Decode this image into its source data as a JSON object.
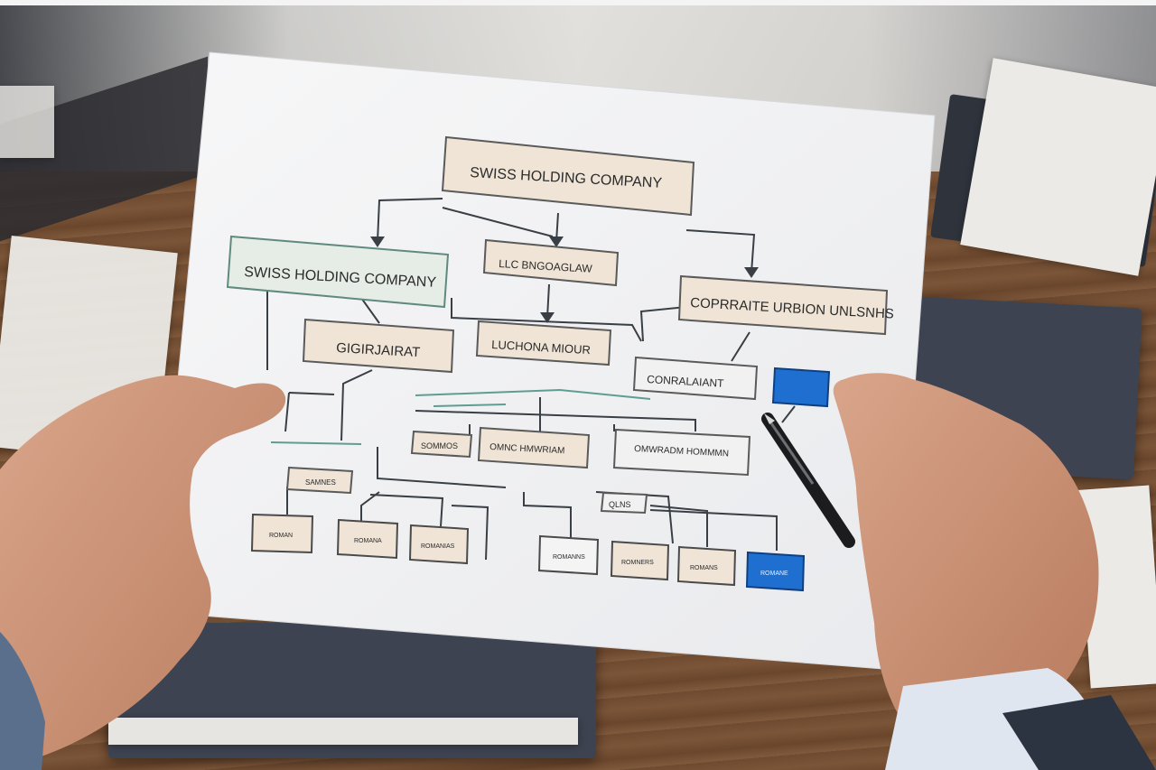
{
  "diagram": {
    "top_box": "SWISS HOLDING COMPANY",
    "left_box": "SWISS HOLDING COMPANY",
    "center_box": "LLC BNGOAGLAW",
    "right_box": "COPRRAITE URBION UNLSNHS",
    "mid_left_box": "GIGIRJAIRAT",
    "mid_center_box": "LUCHONA MIOUR",
    "mid_right_box": "CONRALAIANT",
    "row3": [
      "SOMMOS",
      "OMNC HMWRIAM",
      "OMWRADM HOMMMN"
    ],
    "row4_left": "SAMNES",
    "row4_right": "QLNS",
    "leaves": [
      "ROMAN",
      "ROMANA",
      "ROMANIAS",
      "ROMANNS",
      "ROMNERS",
      "ROMANS",
      "ROMANE"
    ]
  },
  "colors": {
    "box_fill": "#efe4d6",
    "box_green_fill": "#e6ece6",
    "box_blue": "#1f6fd0",
    "line": "#3a3f45",
    "line_teal": "#5f9d92"
  }
}
